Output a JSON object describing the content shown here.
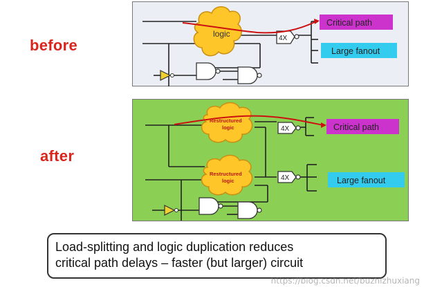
{
  "labels": {
    "before": "before",
    "after": "after"
  },
  "before_panel": {
    "logic_label": "logic",
    "buffer_label": "4X",
    "critical_path_label": "Critical path",
    "large_fanout_label": "Large fanout"
  },
  "after_panel": {
    "restructured_top_label_line1": "Restructured",
    "restructured_top_label_line2": "logic",
    "restructured_bottom_label_line1": "Restructured",
    "restructured_bottom_label_line2": "logic",
    "buffer_top_label": "4X",
    "buffer_bottom_label": "4X",
    "critical_path_label": "Critical path",
    "large_fanout_label": "Large fanout"
  },
  "note": {
    "line1": "Load-splitting and logic duplication reduces",
    "line2": "critical path delays – faster (but larger) circuit"
  },
  "watermark": "https://blog.csdn.net/buzhizhuxiang",
  "colors": {
    "label_red": "#d9261c",
    "cloud_orange": "#ffc629",
    "critical_magenta": "#cc33cc",
    "fanout_cyan": "#33ccee",
    "after_bg_green": "#8ccf55",
    "path_red": "#cc1111"
  },
  "icons": {
    "buffer": "buffer-gate-icon",
    "nand": "nand-gate-icon",
    "inverter": "inverter-triangle-icon",
    "cloud": "logic-cloud-icon"
  }
}
